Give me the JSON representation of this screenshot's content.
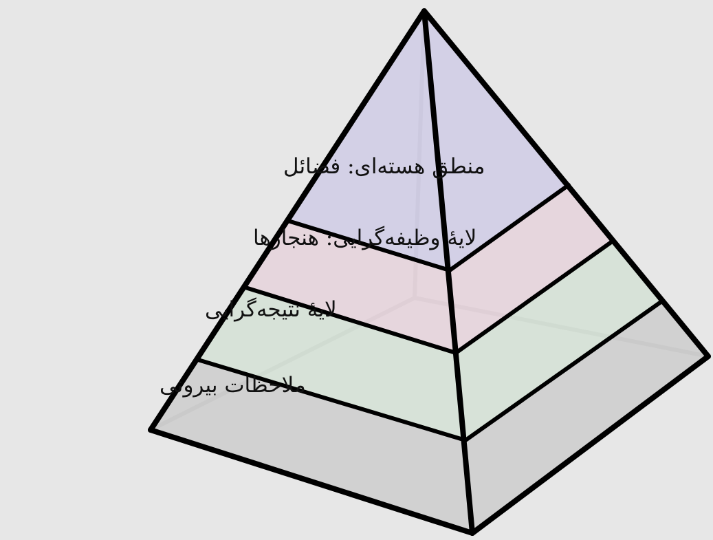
{
  "diagram": {
    "type": "pyramid",
    "layers": [
      {
        "key": "top",
        "label": "منطق هسته‌ای: فضائل",
        "color": "#d0cde6"
      },
      {
        "key": "second",
        "label": "لایۀ وظیفه‌گرایی: هنجارها",
        "color": "#e6d4dc"
      },
      {
        "key": "third",
        "label": "لایۀ نتیجه‌گرایی",
        "color": "#d5e1d6"
      },
      {
        "key": "base",
        "label": "ملاحظات بیرونی",
        "color": "#cecece"
      }
    ],
    "colors": {
      "background": "#e7e7e7",
      "edge": "#000000",
      "hidden_edge": "#7a7a7a"
    }
  }
}
